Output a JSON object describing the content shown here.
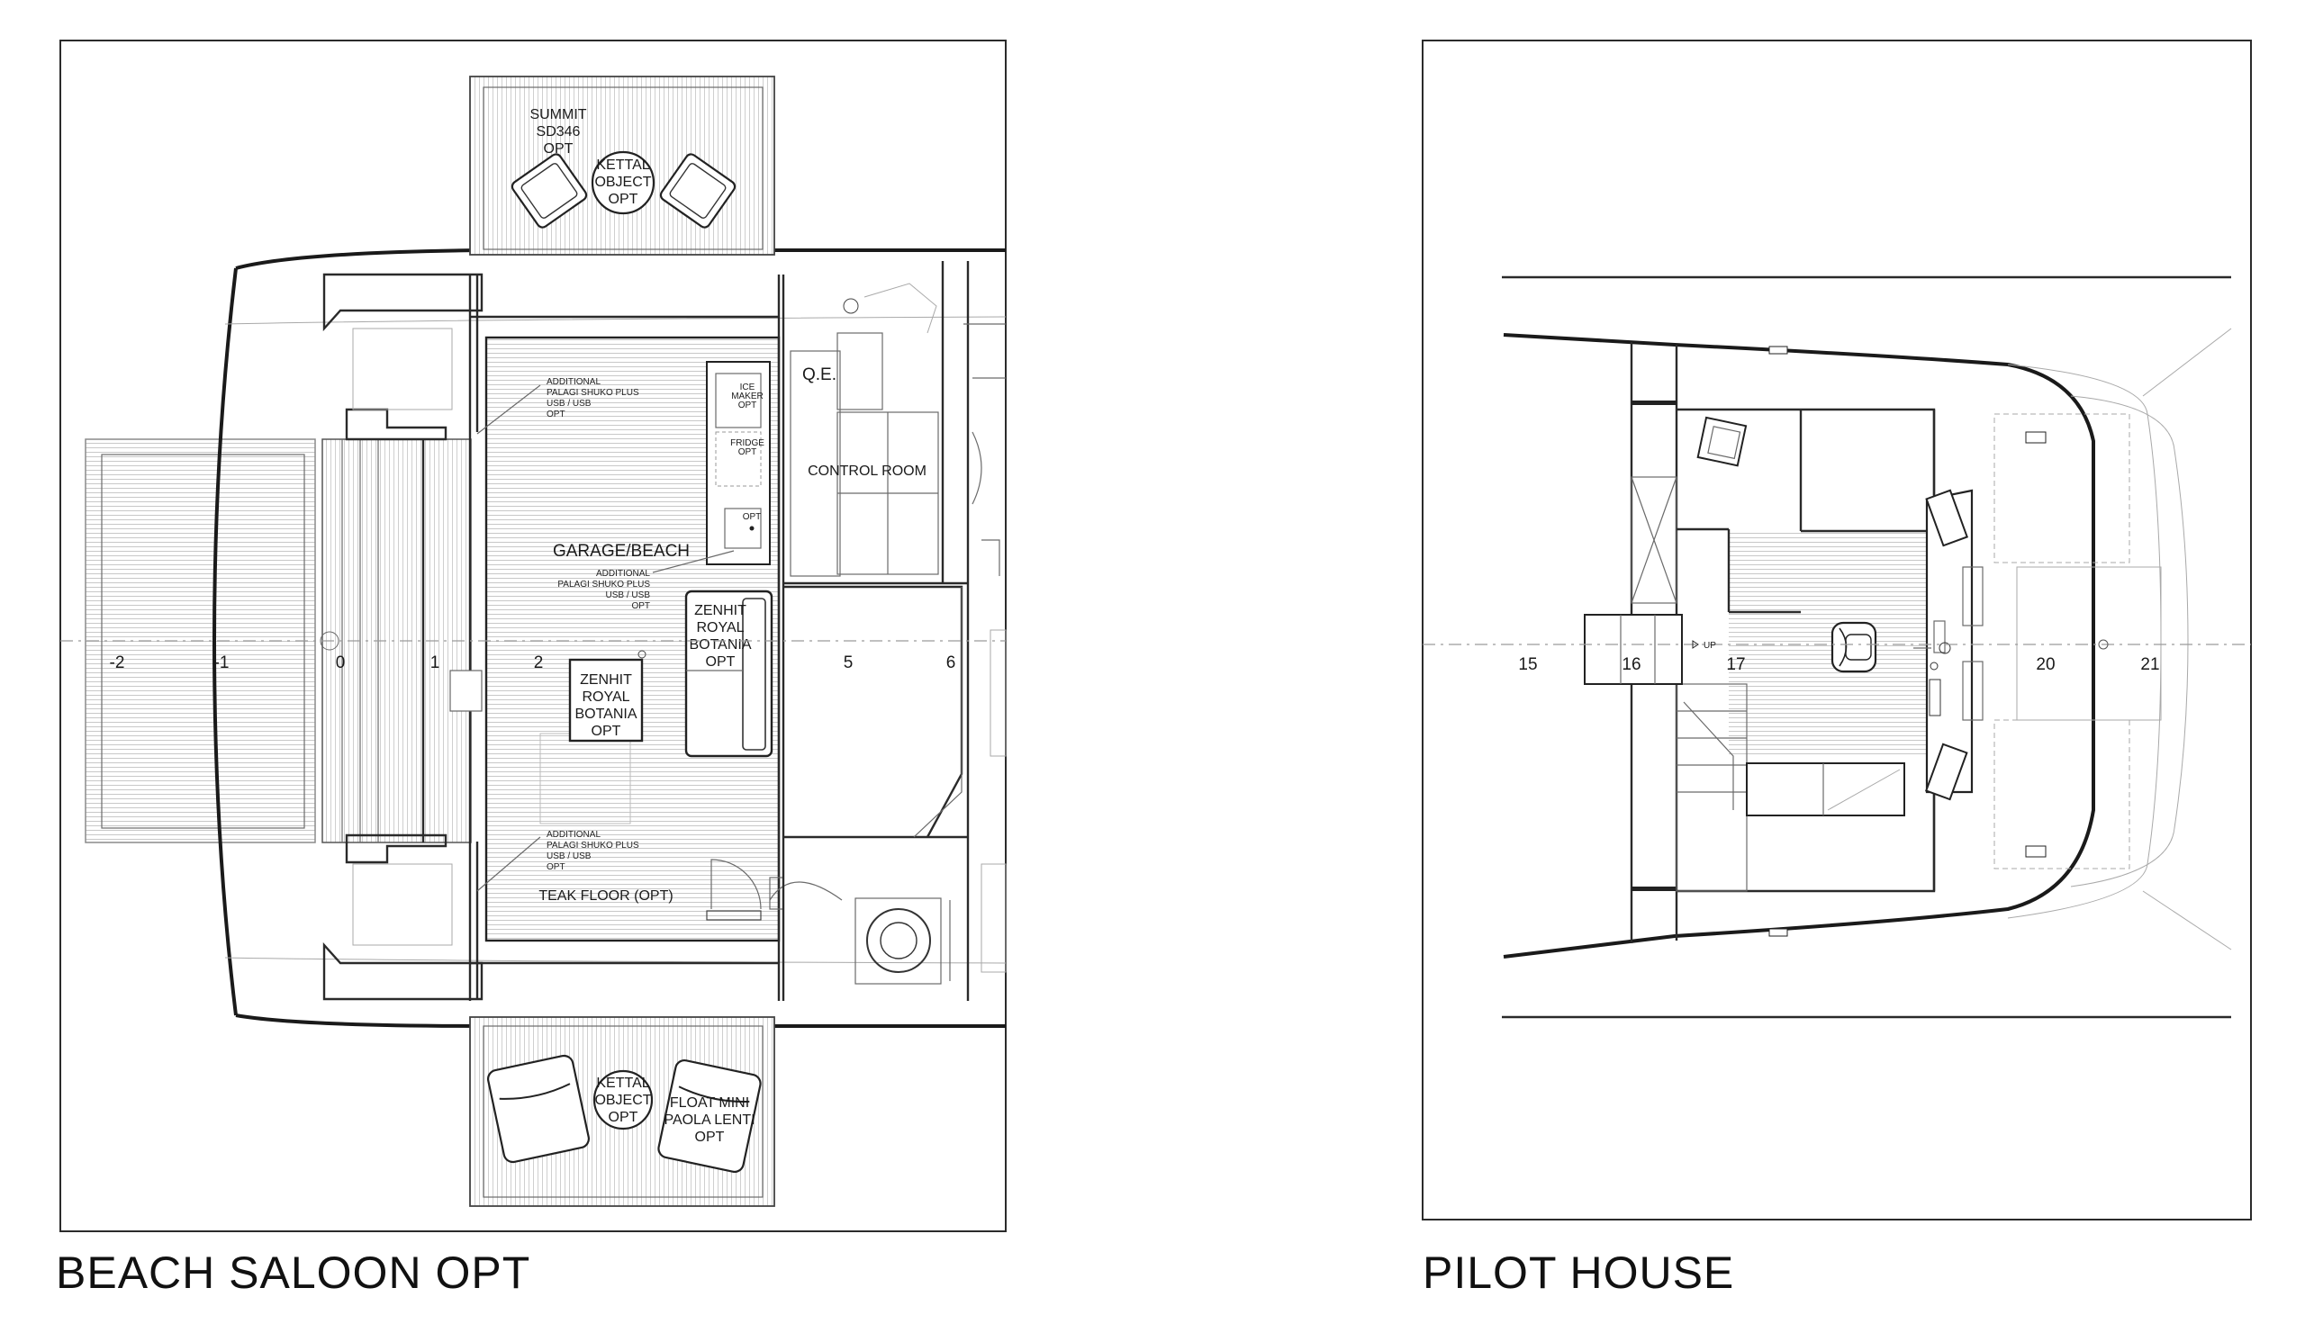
{
  "captions": {
    "left": "BEACH SALOON OPT",
    "right": "PILOT HOUSE"
  },
  "beach_saloon": {
    "summit": [
      "SUMMIT",
      "SD346",
      "OPT"
    ],
    "kettal_top": [
      "KETTAL",
      "OBJECT",
      "OPT"
    ],
    "kettal_bottom": [
      "KETTAL",
      "OBJECT",
      "OPT"
    ],
    "float_mini": [
      "FLOAT MINI",
      "PAOLA LENTI",
      "OPT"
    ],
    "qe": "Q.E.",
    "control_room": "CONTROL ROOM",
    "garage": "GARAGE/BEACH",
    "teak_floor": "TEAK FLOOR (OPT)",
    "zenhit_right": [
      "ZENHIT",
      "ROYAL",
      "BOTANIA",
      "OPT"
    ],
    "zenhit_center": [
      "ZENHIT",
      "ROYAL",
      "BOTANIA",
      "OPT"
    ],
    "note_top": [
      "ADDITIONAL",
      "PALAGI SHUKO PLUS",
      "USB / USB",
      "OPT"
    ],
    "note_mid": [
      "ADDITIONAL",
      "PALAGI SHUKO PLUS",
      "USB / USB",
      "OPT"
    ],
    "note_bottom": [
      "ADDITIONAL",
      "PALAGI SHUKO PLUS",
      "USB / USB",
      "OPT"
    ],
    "ice_maker": [
      "ICE",
      "MAKER",
      "OPT"
    ],
    "fridge": [
      "FRIDGE",
      "OPT"
    ],
    "opt_small": "OPT",
    "frames": [
      "-2",
      "-1",
      "0",
      "1",
      "2",
      "5",
      "6"
    ]
  },
  "pilot_house": {
    "frames": [
      "15",
      "16",
      "17",
      "20",
      "21"
    ],
    "up": "UP"
  }
}
